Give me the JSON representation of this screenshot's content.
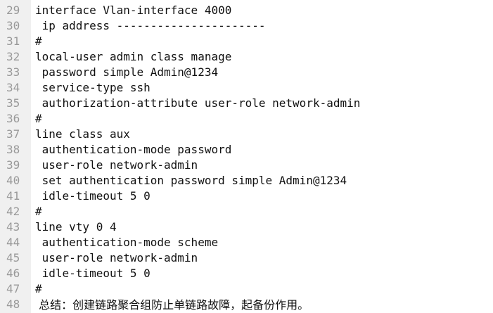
{
  "editor": {
    "lines": [
      {
        "number": "29",
        "text": "interface Vlan-interface 4000"
      },
      {
        "number": "30",
        "text": " ip address ----------------------"
      },
      {
        "number": "31",
        "text": "#"
      },
      {
        "number": "32",
        "text": "local-user admin class manage"
      },
      {
        "number": "33",
        "text": " password simple Admin@1234"
      },
      {
        "number": "34",
        "text": " service-type ssh"
      },
      {
        "number": "35",
        "text": " authorization-attribute user-role network-admin"
      },
      {
        "number": "36",
        "text": "#"
      },
      {
        "number": "37",
        "text": "line class aux"
      },
      {
        "number": "38",
        "text": " authentication-mode password"
      },
      {
        "number": "39",
        "text": " user-role network-admin"
      },
      {
        "number": "40",
        "text": " set authentication password simple Admin@1234"
      },
      {
        "number": "41",
        "text": " idle-timeout 5 0"
      },
      {
        "number": "42",
        "text": "#"
      },
      {
        "number": "43",
        "text": "line vty 0 4"
      },
      {
        "number": "44",
        "text": " authentication-mode scheme"
      },
      {
        "number": "45",
        "text": " user-role network-admin"
      },
      {
        "number": "46",
        "text": " idle-timeout 5 0"
      },
      {
        "number": "47",
        "text": "#"
      },
      {
        "number": "48",
        "text": " 总结：创建链路聚合组防止单链路故障，起备份作用。"
      }
    ]
  }
}
